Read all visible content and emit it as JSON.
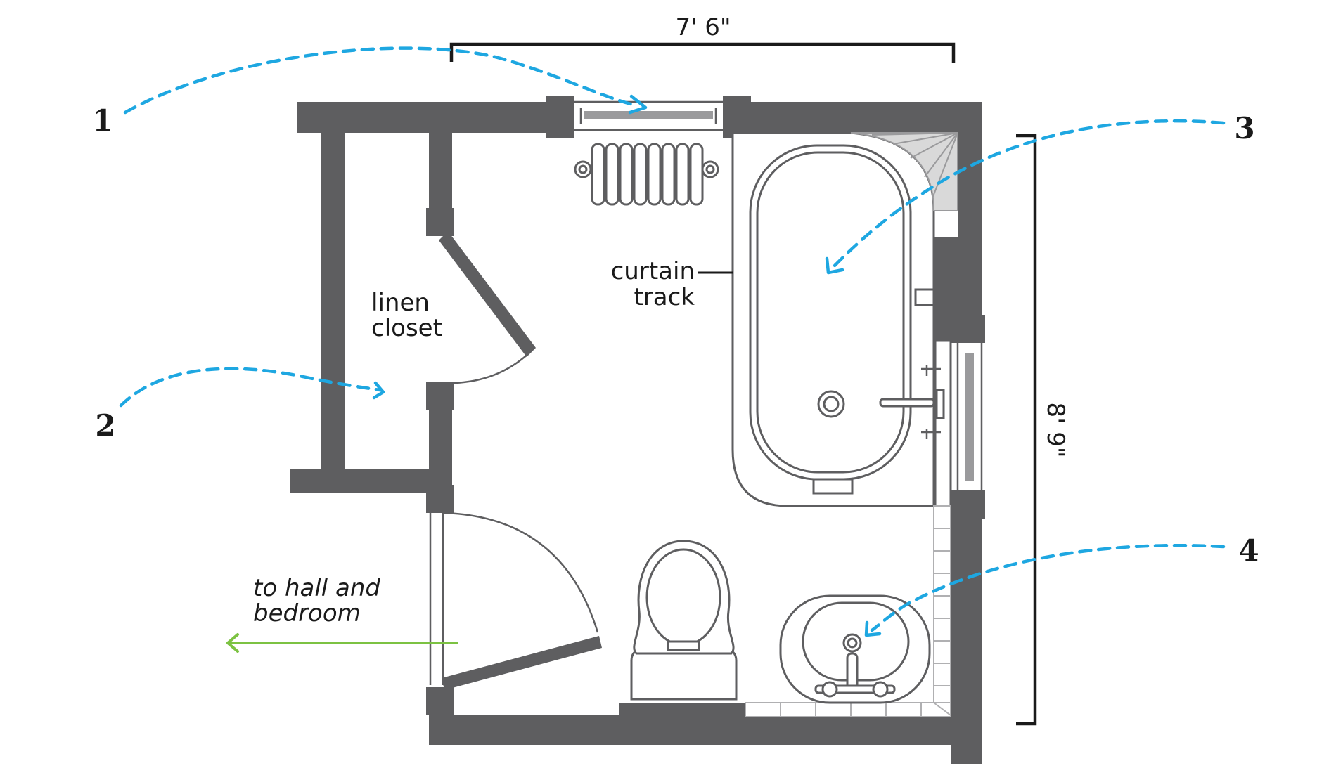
{
  "dimensions": {
    "width": "7' 6\"",
    "length": "8' 9\""
  },
  "labels": {
    "linen_closet_line1": "linen",
    "linen_closet_line2": "closet",
    "curtain_track_line1": "curtain",
    "curtain_track_line2": "track",
    "hall_line1": "to hall and",
    "hall_line2": "bedroom"
  },
  "callouts": [
    "1",
    "2",
    "3",
    "4"
  ],
  "colors": {
    "wall": "#5e5e60",
    "callout_arrow": "#1ea7e1",
    "exit_arrow": "#7cc242"
  }
}
